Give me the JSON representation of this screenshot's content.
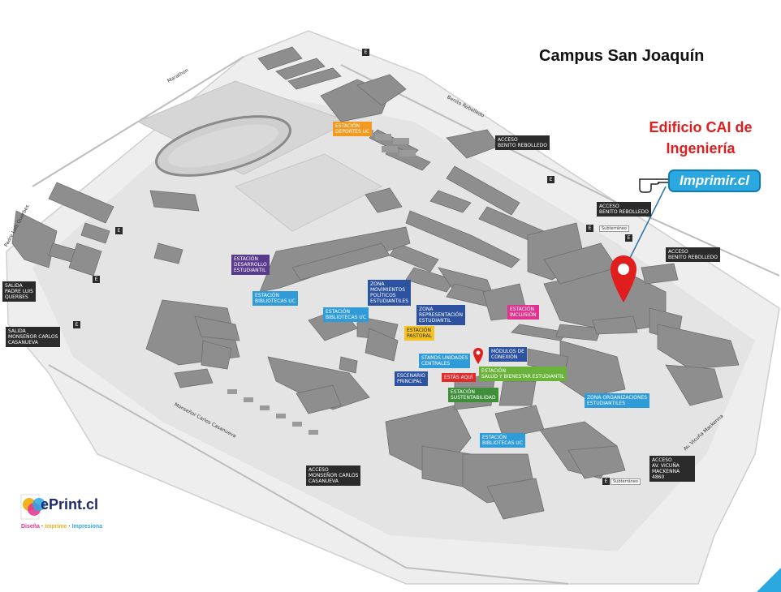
{
  "title": "Campus San Joaquín",
  "highlight": {
    "line1": "Edificio CAI de",
    "line2": "Ingeniería"
  },
  "brand_button": {
    "label": "Imprimir.cl",
    "color": "#2ba8df"
  },
  "logo": {
    "name": "ePrint.cl",
    "tag1": "Diseña",
    "tag2": "Imprime",
    "tag3": "Impresiona",
    "sep": "·"
  },
  "streets": {
    "marathon": "Marathon",
    "benito": "Benito Rebolledo",
    "padre": "Padre Luis Querbes",
    "monsenor": "Monseñor Carlos Casanueva",
    "vicuna": "Av. Vicuña Mackenna"
  },
  "labels": {
    "estacion_deportes": "ESTACIÓN\nDEPORTES UC",
    "acceso_benito_1": "ACCESO\nBENITO REBOLLEDO",
    "acceso_benito_2": "ACCESO\nBENITO REBOLLEDO",
    "acceso_benito_3": "ACCESO\nBENITO REBOLLEDO",
    "salida_padre": "SALIDA\nPADRE LUIS\nQUERBES",
    "salida_monsenor": "SALIDA\nMONSEÑOR CARLOS\nCASANUEVA",
    "desarrollo": "ESTACIÓN\nDESARROLLO\nESTUDIANTIL",
    "bibliotecas_1": "ESTACIÓN\nBIBLIOTECAS UC",
    "bibliotecas_2": "ESTACIÓN\nBIBLIOTECAS UC",
    "bibliotecas_3": "ESTACIÓN\nBIBLIOTECAS UC",
    "movimientos": "ZONA\nMOVIMIENTOS\nPOLÍTICOS\nESTUDIANTILES",
    "representacion": "ZONA\nREPRESENTACIÓN\nESTUDIANTIL",
    "pastoral": "ESTACIÓN\nPASTORAL",
    "inclusion": "ESTACIÓN\nINCLUSIÓN",
    "stands": "STANDS UNIDADES\nCENTRALES",
    "modulos": "MÓDULOS DE\nCONEXIÓN",
    "escenario": "ESCENARIO\nPRINCIPAL",
    "estas_aqui": "ESTÁS AQUÍ",
    "salud": "ESTACIÓN\nSALUD Y BIENESTAR ESTUDIANTIL",
    "sustentable": "ESTACIÓN\nSUSTENTABILIDAD",
    "organizaciones": "ZONA ORGANIZACIONES\nESTUDIANTILES",
    "acceso_monsenor": "ACCESO\nMONSEÑOR CARLOS\nCASANUEVA",
    "acceso_vicuna": "ACCESO\nAV. VICUÑA MACKENNA\n4860",
    "subterraneo_1": "Subterráneo",
    "subterraneo_2": "Subterráneo",
    "e": "E"
  },
  "colors": {
    "pin": "#e01e1e",
    "building": "#8c8c8c",
    "ground": "#e6e6e6",
    "green_area": "#dcdcdc"
  }
}
